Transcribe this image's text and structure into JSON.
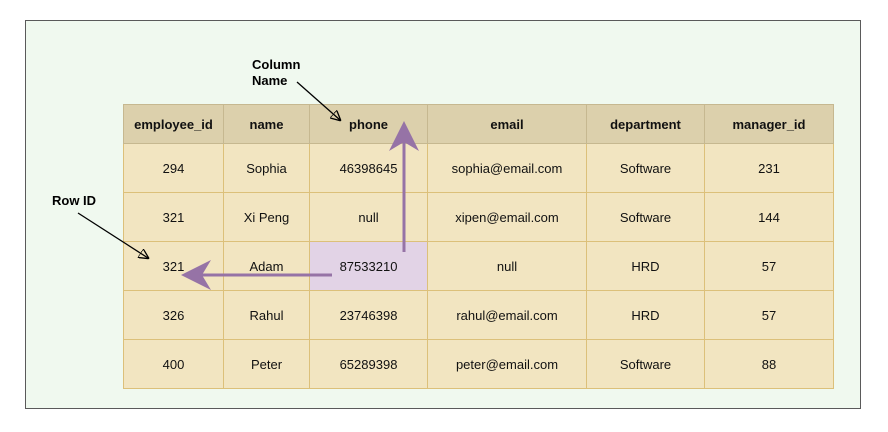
{
  "annotations": {
    "column_name": [
      "Column",
      "Name"
    ],
    "row_id": "Row ID"
  },
  "table": {
    "headers": [
      "employee_id",
      "name",
      "phone",
      "email",
      "department",
      "manager_id"
    ],
    "rows": [
      [
        "294",
        "Sophia",
        "46398645",
        "sophia@email.com",
        "Software",
        "231"
      ],
      [
        "321",
        "Xi Peng",
        "null",
        "xipen@email.com",
        "Software",
        "144"
      ],
      [
        "321",
        "Adam",
        "87533210",
        "null",
        "HRD",
        "57"
      ],
      [
        "326",
        "Rahul",
        "23746398",
        "rahul@email.com",
        "HRD",
        "57"
      ],
      [
        "400",
        "Peter",
        "65289398",
        "peter@email.com",
        "Software",
        "88"
      ]
    ],
    "highlighted_cell": {
      "row": 2,
      "column": "phone"
    }
  },
  "colors": {
    "arrow": "#9673a6",
    "highlight": "#e2d3e6",
    "header": "#dcd0ac",
    "cell": "#f2e5c1"
  }
}
